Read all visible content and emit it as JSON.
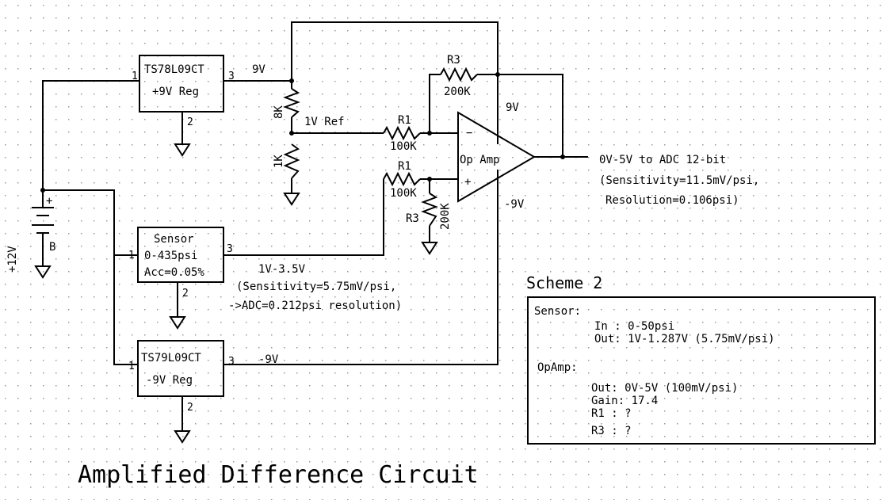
{
  "title": "Amplified Difference Circuit",
  "regulator_pos": {
    "part": "TS78L09CT",
    "desc": "+9V Reg",
    "pin_in": "1",
    "pin_gnd": "2",
    "pin_out": "3",
    "out_label": "9V"
  },
  "regulator_neg": {
    "part": "TS79L09CT",
    "desc": "-9V Reg",
    "pin_in": "1",
    "pin_gnd": "2",
    "pin_out": "3",
    "out_label": "-9V"
  },
  "sensor": {
    "name": "Sensor",
    "range": "0-435psi",
    "acc": "Acc=0.05%",
    "pin_in": "1",
    "pin_gnd": "2",
    "pin_out": "3",
    "out_range": "1V-3.5V",
    "note1": "(Sensitivity=5.75mV/psi,",
    "note2": "->ADC=0.212psi resolution)"
  },
  "battery": {
    "voltage": "+12V",
    "plus": "+",
    "name": "B"
  },
  "divider": {
    "top_value": "8K",
    "bottom_value": "1K",
    "ref_label": "1V Ref"
  },
  "resistors": {
    "r1_top_name": "R1",
    "r1_top_value": "100K",
    "r1_bot_name": "R1",
    "r1_bot_value": "100K",
    "r3_top_name": "R3",
    "r3_top_value": "200K",
    "r3_bot_name": "R3",
    "r3_bot_value": "200K"
  },
  "opamp": {
    "label": "Op Amp",
    "minus": "−",
    "plus": "+",
    "vpos": "9V",
    "vneg": "-9V"
  },
  "output": {
    "line1": "0V-5V to ADC 12-bit",
    "line2": "(Sensitivity=11.5mV/psi,",
    "line3": "Resolution=0.106psi)"
  },
  "scheme": {
    "heading": "Scheme 2",
    "sensor_title": "Sensor:",
    "sensor_in": "In : 0-50psi",
    "sensor_out": "Out: 1V-1.287V (5.75mV/psi)",
    "opamp_title": "OpAmp:",
    "opamp_out": "Out: 0V-5V (100mV/psi)",
    "gain": "Gain: 17.4",
    "r1": "R1 : ?",
    "r3": "R3 : ?"
  }
}
